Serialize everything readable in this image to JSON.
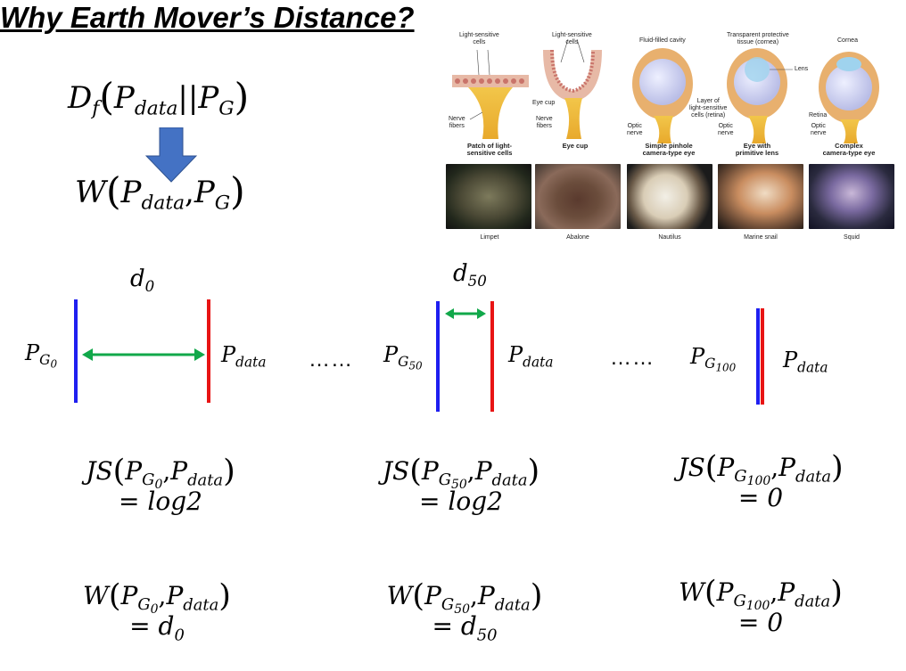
{
  "title": "Why Earth Mover’s Distance?",
  "top_formulas": {
    "divergence": {
      "D": "D",
      "f": "f",
      "P1": "P",
      "data": "data",
      "sep": "||",
      "P2": "P",
      "G": "G"
    },
    "wasserstein": {
      "W": "W",
      "P1": "P",
      "data": "data",
      "comma": ",",
      "P2": "P",
      "G": "G"
    }
  },
  "distances": {
    "d0": {
      "d": "d",
      "sub": "0"
    },
    "d50": {
      "d": "d",
      "sub": "50"
    }
  },
  "labels": {
    "pg0": {
      "P": "P",
      "G": "G",
      "sub": "0"
    },
    "pdata1": {
      "P": "P",
      "sub": "data"
    },
    "dots1": "……",
    "pg50": {
      "P": "P",
      "G": "G",
      "sub": "50"
    },
    "pdata2": {
      "P": "P",
      "sub": "data"
    },
    "dots2": "……",
    "pg100": {
      "P": "P",
      "G": "G",
      "sub": "100"
    },
    "pdata3": {
      "P": "P",
      "sub": "data"
    }
  },
  "js_rows": [
    {
      "name": "JS",
      "gsub": "0",
      "result": "= log2"
    },
    {
      "name": "JS",
      "gsub": "50",
      "result": "= log2"
    },
    {
      "name": "JS",
      "gsub": "100",
      "result": "= 0"
    }
  ],
  "w_rows": [
    {
      "name": "W",
      "gsub": "0",
      "result_prefix": "= d",
      "result_sub": "0"
    },
    {
      "name": "W",
      "gsub": "50",
      "result_prefix": "= d",
      "result_sub": "50"
    },
    {
      "name": "W",
      "gsub": "100",
      "result_prefix": "= 0",
      "result_sub": ""
    }
  ],
  "eye_figure": {
    "stages": [
      {
        "caption": "Patch of light-\nsensitive cells",
        "animal": "Limpet"
      },
      {
        "caption": "Eye cup",
        "animal": "Abalone"
      },
      {
        "caption": "Simple pinhole\ncamera-type eye",
        "animal": "Nautilus"
      },
      {
        "caption": "Eye with\nprimitive lens",
        "animal": "Marine snail"
      },
      {
        "caption": "Complex\ncamera-type eye",
        "animal": "Squid"
      }
    ],
    "annotations": {
      "light_cells_1": "Light-sensitive\ncells",
      "light_cells_2": "Light-sensitive\ncells",
      "fluid_cavity": "Fluid-filled cavity",
      "cornea_protective": "Transparent protective\ntissue (cornea)",
      "cornea": "Cornea",
      "nerve_fibers_1": "Nerve\nfibers",
      "eye_cup": "Eye cup",
      "nerve_fibers_2": "Nerve\nfibers",
      "retina_layer": "Layer of\nlight-sensitive\ncells (retina)",
      "optic_nerve_1": "Optic\nnerve",
      "optic_nerve_2": "Optic\nnerve",
      "lens": "Lens",
      "retina": "Retina",
      "optic_nerve_3": "Optic\nnerve"
    }
  },
  "colors": {
    "blue_bar": "#1f1ff0",
    "red_bar": "#e81414",
    "arrow_green": "#11a84a",
    "down_arrow": "#4472c4"
  }
}
